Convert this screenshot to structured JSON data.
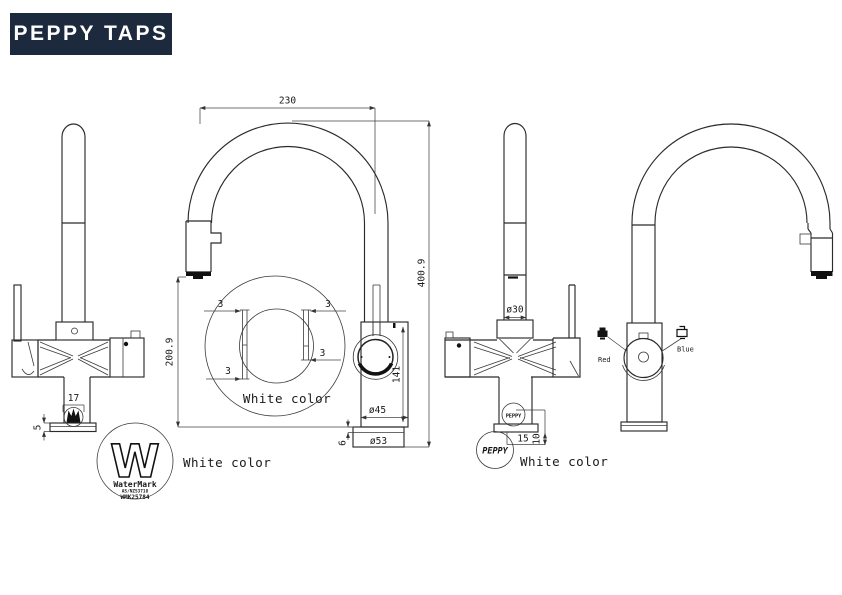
{
  "header": {
    "brand": "PEPPY TAPS"
  },
  "colors": {
    "brand_bg": "#1d2a3e",
    "brand_fg": "#ffffff",
    "line": "#2b2b2b"
  },
  "view1": {
    "dim_width": "17",
    "dim_base": "5",
    "note": "White color",
    "watermark": {
      "w": "W",
      "title": "WaterMark",
      "standard": "AS/NZS3718",
      "license": "WMK25784"
    }
  },
  "view2": {
    "dim_reach": "230",
    "dim_total_height": "400.9",
    "dim_outlet_height": "200.9",
    "dim_hole": "3",
    "dim_body": "141",
    "dim_body_dia": "ø45",
    "dim_flange": "6",
    "dim_base_dia": "ø53",
    "note": "White color"
  },
  "view3": {
    "dim_spout_dia": "ø30",
    "dim_a": "15",
    "dim_b": "10",
    "badge": "PEPPY",
    "stamp": "PEPPY",
    "note": "White color"
  },
  "view4": {
    "hot": "Red",
    "cold": "Blue"
  }
}
